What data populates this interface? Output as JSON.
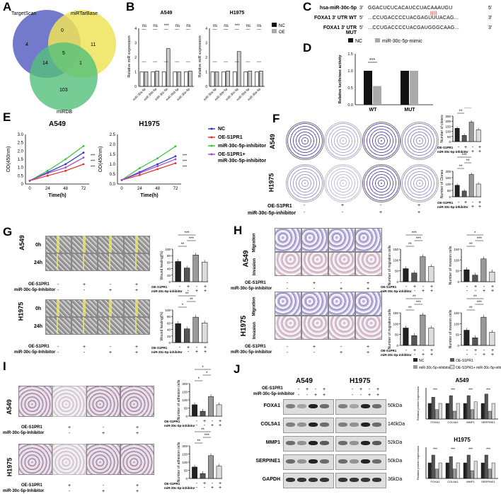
{
  "panels": {
    "A": "A",
    "B": "B",
    "C": "C",
    "D": "D",
    "E": "E",
    "F": "F",
    "G": "G",
    "H": "H",
    "I": "I",
    "J": "J"
  },
  "venn": {
    "sets": [
      "TargetScan",
      "miRTarBase",
      "miRDB"
    ],
    "regions": {
      "ts_only": "4",
      "tb_only": "11",
      "ts_tb": "0",
      "ts_db": "14",
      "tb_db": "1",
      "all": "5",
      "db_only": "103"
    },
    "colors": {
      "ts": "#5b62c2",
      "tb": "#eee35a",
      "db": "#53c07a"
    }
  },
  "B": {
    "ylabel": "Relative miR expression",
    "legend": [
      "NC",
      "OE"
    ],
    "charts": [
      {
        "title": "A549",
        "categories": [
          "miR-30a-5p",
          "miR-30b-5p",
          "miR-30c-5p",
          "miR-30d-5p",
          "miR-30e-5p"
        ],
        "sig": [
          "ns",
          "ns",
          "***",
          "ns",
          "ns"
        ],
        "nc": [
          1,
          1,
          1,
          1,
          1
        ],
        "oe": [
          1,
          1.05,
          2.6,
          1,
          1.05
        ],
        "ylim": [
          0,
          4
        ],
        "yticks": [
          "0",
          "1",
          "2",
          "3",
          "4"
        ]
      },
      {
        "title": "H1975",
        "categories": [
          "miR-30a-5p",
          "miR-30b-5p",
          "miR-30c-5p",
          "miR-30d-5p",
          "miR-30e-5p"
        ],
        "sig": [
          "ns",
          "ns",
          "***",
          "ns",
          "ns"
        ],
        "nc": [
          1,
          1,
          1,
          1,
          1
        ],
        "oe": [
          1,
          1.05,
          2.4,
          1.05,
          1.05
        ],
        "ylim": [
          0,
          4
        ],
        "yticks": [
          "0",
          "1",
          "2",
          "3",
          "4"
        ]
      }
    ]
  },
  "C": {
    "rows": [
      {
        "label": "hsa-miR-30c-5p",
        "dir": "3'",
        "seq": "GGACUCUCACAUCCUACAAAUGU",
        "end": "5'"
      },
      {
        "label": "FOXA1 3' UTR WT",
        "dir": "5'",
        "seq": "...CCUGACCCCUACGAGUUUACAG...",
        "end": "3'"
      },
      {
        "label": "FOXA1 3' UTR MUT",
        "dir": "5'",
        "seq": "...CCUGACCCCUACGAUGGGCAAG...",
        "end": "3'"
      }
    ]
  },
  "D": {
    "legend": [
      "NC",
      "miR-30c-5p-mimic"
    ],
    "ylabel": "Relative luciferase activity",
    "categories": [
      "WT",
      "MUT"
    ],
    "nc": [
      1.0,
      1.0
    ],
    "mimic": [
      0.55,
      1.0
    ],
    "sig": "***",
    "ylim": [
      0,
      1.5
    ],
    "yticks": [
      "0.0",
      "0.5",
      "1.0",
      "1.5"
    ]
  },
  "E": {
    "charts": [
      {
        "title": "A549",
        "ylabel": "OD(450nm)",
        "xlabel": "Time(h)",
        "x": [
          0,
          24,
          48,
          72
        ],
        "xticks": [
          "0",
          "24",
          "48",
          "72"
        ],
        "yticks": [
          "0",
          "0.5",
          "1.0",
          "1.5",
          "2.0",
          "2.5",
          "3.0"
        ],
        "ylim": [
          0,
          3
        ],
        "series": [
          {
            "name": "NC",
            "color": "#2b2fd6",
            "values": [
              0.2,
              0.7,
              1.2,
              1.9
            ]
          },
          {
            "name": "OE-S1PR1",
            "color": "#e03030",
            "values": [
              0.2,
              0.5,
              0.8,
              1.2
            ]
          },
          {
            "name": "miR-30c-5p-inhibitor",
            "color": "#37c23a",
            "values": [
              0.2,
              0.8,
              1.5,
              2.3
            ]
          },
          {
            "name": "OE-S1PR1+ miR-30c-5p-inhibitor",
            "color": "#a347c8",
            "values": [
              0.2,
              0.65,
              1.0,
              1.6
            ]
          }
        ],
        "sig": [
          "***",
          "***",
          "***"
        ]
      },
      {
        "title": "H1975",
        "ylabel": "OD(450nm)",
        "xlabel": "Time(h)",
        "x": [
          0,
          24,
          48,
          72
        ],
        "xticks": [
          "0",
          "24",
          "48",
          "72"
        ],
        "yticks": [
          "0.0",
          "0.5",
          "1.0",
          "1.5",
          "2.0",
          "2.5"
        ],
        "ylim": [
          0,
          2.5
        ],
        "series": [
          {
            "name": "NC",
            "color": "#2b2fd6",
            "values": [
              0.2,
              0.6,
              1.0,
              1.4
            ]
          },
          {
            "name": "OE-S1PR1",
            "color": "#e03030",
            "values": [
              0.2,
              0.45,
              0.75,
              1.05
            ]
          },
          {
            "name": "miR-30c-5p-inhibitor",
            "color": "#37c23a",
            "values": [
              0.2,
              0.8,
              1.3,
              1.9
            ]
          },
          {
            "name": "OE-S1PR1+ miR-30c-5p-inhibitor",
            "color": "#a347c8",
            "values": [
              0.2,
              0.55,
              0.9,
              1.25
            ]
          }
        ],
        "sig": [
          "***",
          "***",
          "***"
        ]
      }
    ],
    "legend": [
      "NC",
      "OE-S1PR1",
      "miR-30c-5p-inhibitor",
      "OE-S1PR1+",
      "miR-30c-5p-inhibitor"
    ]
  },
  "treat": {
    "oe": "OE-S1PR1",
    "inh": "miR-30c-5p-inhibitor",
    "inh2": "miR-30c-5p-Inhibitor",
    "signs": {
      "oe": [
        "-",
        "+",
        "-",
        "+"
      ],
      "inh": [
        "-",
        "-",
        "+",
        "+"
      ]
    }
  },
  "F": {
    "rows": [
      "A549",
      "H1975"
    ],
    "ylabels": [
      "Number of clones",
      "Number of Clones"
    ],
    "vals": [
      [
        130,
        60,
        190,
        115
      ],
      [
        90,
        45,
        175,
        100
      ]
    ],
    "yticks": [
      [
        "0",
        "50",
        "100",
        "150",
        "200",
        "250"
      ],
      [
        "0",
        "50",
        "100",
        "150",
        "200"
      ]
    ],
    "ymax": [
      250,
      200
    ],
    "sig": [
      [
        "**",
        "**",
        "**"
      ],
      [
        "**",
        "**",
        "***"
      ]
    ]
  },
  "G": {
    "rows": [
      "A549",
      "H1975"
    ],
    "times": [
      "0h",
      "24h"
    ],
    "ylabels": [
      "Wound healing(%)",
      "Wound healing(%)"
    ],
    "vals": [
      [
        62,
        42,
        82,
        60
      ],
      [
        58,
        42,
        78,
        60
      ]
    ],
    "yticks": [
      "0",
      "20",
      "40",
      "60",
      "80",
      "100"
    ],
    "ymax": 100,
    "sig": [
      [
        "**",
        "***",
        "***"
      ],
      [
        "*",
        "**",
        "**"
      ]
    ]
  },
  "H": {
    "rows": [
      "A549",
      "H1975"
    ],
    "sublabels": [
      "Migration",
      "Invasion"
    ],
    "ylabels": [
      "Number of migration cells",
      "Number of invasion cells",
      "Number of migration cells",
      "Number of invasion cells"
    ],
    "vals": [
      [
        60,
        40,
        115,
        70
      ],
      [
        55,
        30,
        105,
        45
      ],
      [
        80,
        45,
        140,
        80
      ],
      [
        70,
        35,
        130,
        60
      ]
    ],
    "yticks": [
      "0",
      "50",
      "100",
      "150"
    ],
    "ymax": 150,
    "sig": [
      [
        "**",
        "***",
        "***"
      ],
      [
        "**",
        "***",
        "*"
      ],
      [
        "**",
        "***",
        "**"
      ],
      [
        "**",
        "***",
        "**"
      ]
    ]
  },
  "I": {
    "rows": [
      "A549",
      "H1975"
    ],
    "ylabels": [
      "Number of adhesion cells",
      "Number of adhesion cells"
    ],
    "vals": [
      [
        70,
        30,
        120,
        70
      ],
      [
        70,
        30,
        140,
        75
      ]
    ],
    "yticks": [
      "0",
      "50",
      "100",
      "150",
      "200"
    ],
    "ymax": 200,
    "sig": [
      [
        "*",
        "*",
        "*"
      ],
      [
        "**",
        "***",
        "**"
      ]
    ]
  },
  "J": {
    "legend": [
      "NC",
      "OE-S1PR1",
      "miR-30c-5p-inhibitor",
      "OE-S1PR1+ miR-30c-5p-inhibitor"
    ],
    "lines": [
      "A549",
      "H1975"
    ],
    "proteins": [
      "FOXA1",
      "COL5A1",
      "MMP1",
      "SERPINE1",
      "GAPDH"
    ],
    "kda": [
      "50kDa",
      "140kDa",
      "52kDa",
      "50kDa",
      "36kDa"
    ],
    "charts": [
      {
        "title": "A549",
        "categories": [
          "FOXA1",
          "COL5A1",
          "MMP1",
          "SERPINE1"
        ],
        "ylabel": "Relative protein expression",
        "vals": [
          [
            1,
            1.4,
            0.6,
            1.0
          ],
          [
            1,
            1.5,
            0.5,
            1.0
          ],
          [
            1,
            1.5,
            0.6,
            1.1
          ],
          [
            1,
            1.6,
            0.5,
            1.0
          ]
        ],
        "ymax": 2,
        "sig": "***"
      },
      {
        "title": "H1975",
        "categories": [
          "FOXA1",
          "COL5A1",
          "MMP1",
          "SERPINE1"
        ],
        "ylabel": "Relative protein expression",
        "vals": [
          [
            1,
            1.5,
            0.6,
            1.0
          ],
          [
            1,
            1.4,
            0.6,
            1.0
          ],
          [
            1,
            1.5,
            0.5,
            1.1
          ],
          [
            1,
            1.5,
            0.6,
            1.0
          ]
        ],
        "ymax": 2,
        "sig": "***"
      }
    ]
  }
}
